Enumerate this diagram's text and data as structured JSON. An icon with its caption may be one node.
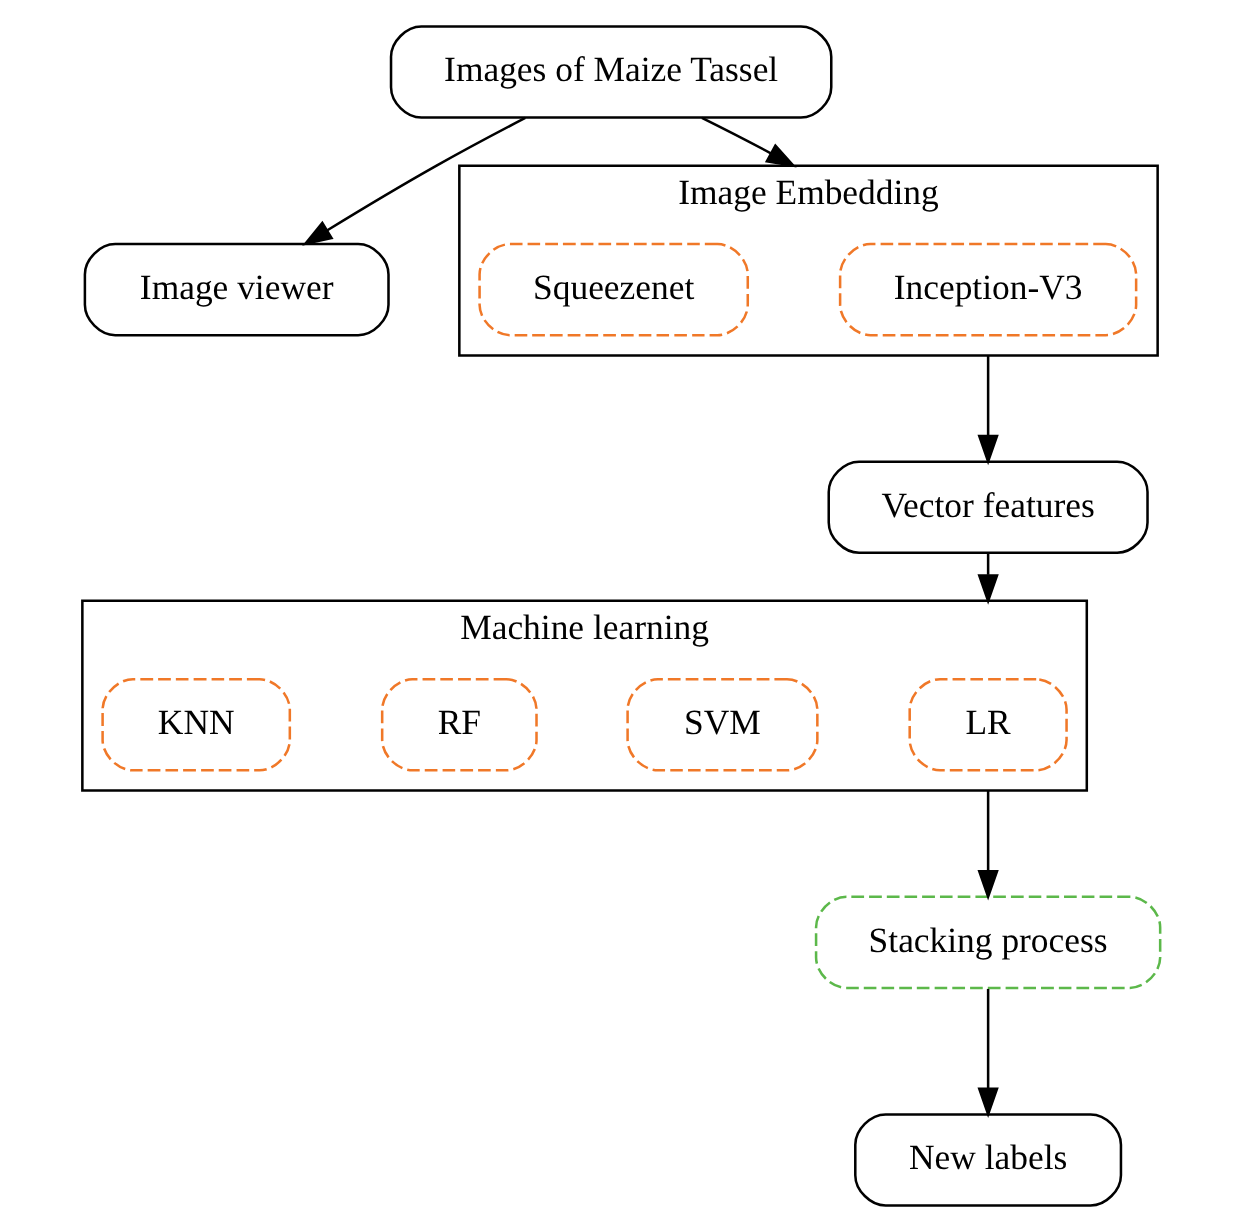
{
  "diagram": {
    "nodes": [
      {
        "text": [
          "Images of Maize Tassel"
        ]
      },
      {
        "text": [
          "Image viewer"
        ]
      },
      {
        "text": [
          "Image Embedding"
        ]
      },
      {
        "text": [
          "Inception-V3"
        ],
        "in": 2
      },
      {
        "text": [
          "Squeezenet"
        ],
        "in": 2
      },
      {
        "text": [
          "Vector features"
        ]
      },
      {
        "text": [
          "Machine learning"
        ]
      },
      {
        "text": [
          "LR"
        ],
        "in": 6
      },
      {
        "text": [
          "SVM"
        ],
        "in": 6
      },
      {
        "text": [
          "RF"
        ],
        "in": 6
      },
      {
        "text": [
          "KNN"
        ],
        "in": 6
      },
      {
        "text": [
          "Stacking process"
        ]
      },
      {
        "text": [
          "New labels"
        ]
      }
    ],
    "edges": [
      {
        "from": 0,
        "to": 1,
        "arrow": "to"
      },
      {
        "from": 0,
        "to": 2,
        "arrow": "to"
      },
      {
        "from": 2,
        "to": 5,
        "arrow": "to"
      },
      {
        "from": 5,
        "to": 6,
        "arrow": "to"
      },
      {
        "from": 6,
        "to": 11,
        "arrow": "to"
      },
      {
        "from": 11,
        "to": 12,
        "arrow": "to"
      }
    ]
  }
}
